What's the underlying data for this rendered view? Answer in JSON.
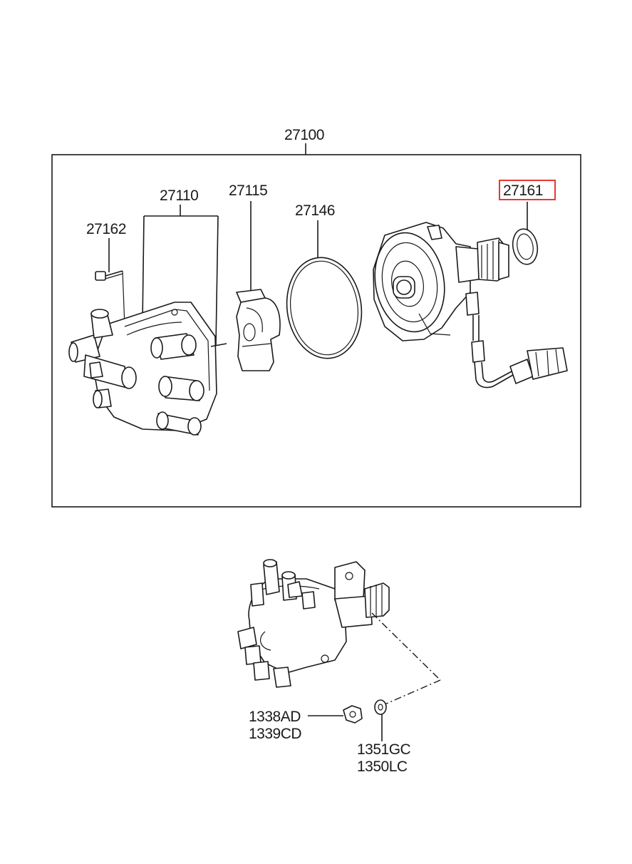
{
  "labels": {
    "assembly": "27100",
    "cap": "27110",
    "rotor": "27115",
    "gasket": "27146",
    "oring": "27161",
    "screw": "27162",
    "nut_a": "1338AD",
    "nut_b": "1339CD",
    "washer_a": "1351GC",
    "washer_b": "1350LC"
  },
  "highlight": {
    "target": "oring",
    "color": "#e53935"
  }
}
